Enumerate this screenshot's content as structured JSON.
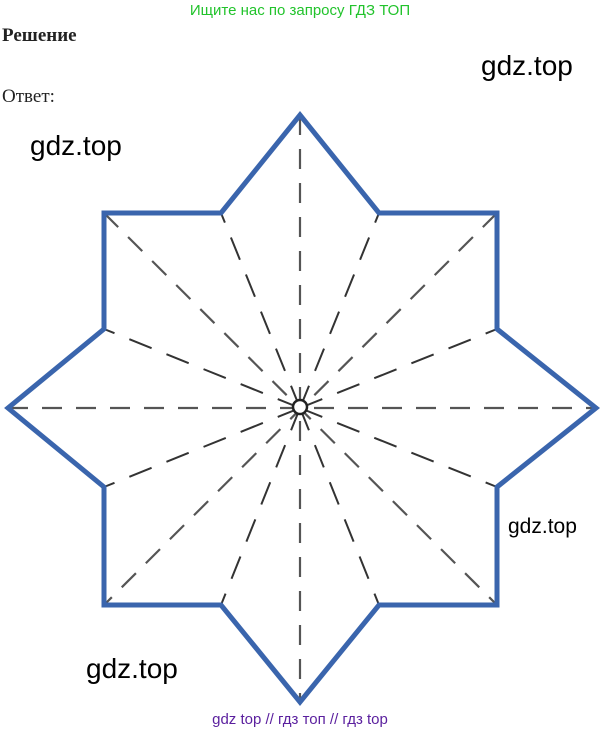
{
  "banner": "Ищите нас по запросу ГДЗ ТОП",
  "heading": "Решение",
  "answer_label": "Ответ:",
  "watermarks": [
    "gdz.top",
    "gdz.top",
    "gdz.top",
    "gdz.top"
  ],
  "footer": "gdz top  //  гдз топ  //  гдз top",
  "colors": {
    "star_outline": "#3a65ad",
    "dashed_lines": "#333333",
    "banner_text": "#22c32c",
    "footer_text": "#5a1f9e"
  }
}
